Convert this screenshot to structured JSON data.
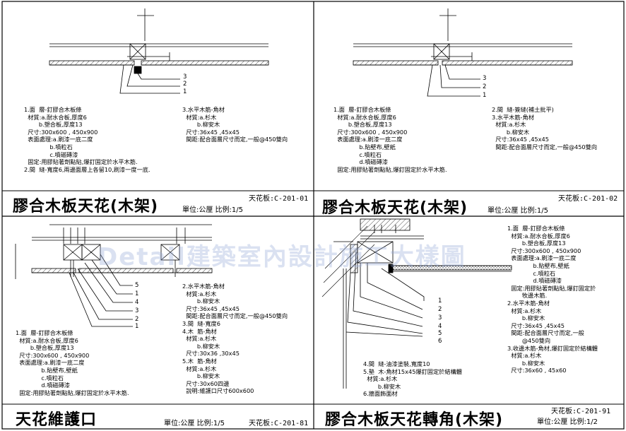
{
  "watermark": "Detail建築室內設計施工大樣圖",
  "panels": [
    {
      "title": "膠合木板天花(木架)",
      "code": "天花板:C-201-01",
      "scale": "單位:公厘  比例:1/5",
      "labels": [
        "3",
        "2",
        "1"
      ],
      "notes_left": "1.面  層-釘膠合木板條\n  材質:a.耐水合板,厚度6\n        b.塑合板,厚度13\n  尺寸:300x600 , 450x900\n  表面處理:a.刷漆一底二度\n              b.噴粒石\n              c.噴磁磚漆\n  固定:用膠貼著劑點貼,爆釘固定於水平木筋.\n2.間  縫-寬度6,兩邊面層上各留10,刷漆一度一底.",
      "notes_right": "3.水平木筋-角材\n  材質:a.杉木\n        b.柳安木\n  尺寸:36x45 ,45x45\n  間距:配合面層尺寸而定,一般@450雙向"
    },
    {
      "title": "膠合木板天花(木架)",
      "code": "天花板:C-201-02",
      "scale": "單位:公厘  比例:1/5",
      "labels": [
        "3",
        "2",
        "1"
      ],
      "notes_left": "1.面  層-釘膠合木板條\n  材質:a.耐水合板,厚度6\n        b.塑合板,厚度13\n  尺寸:300x600 , 450x900\n  表面處理:a.刷漆一底二度\n              b.貼壁布,壁紙\n              c.噴粒石\n              d.噴磁磚漆\n  固定:用膠貼著劑點貼,爆釘固定於水平木筋.",
      "notes_right": "2.間  縫-簽縫(補土批平)\n3.水平木筋-角材\n  材質:a.杉木\n        b.柳安木\n  尺寸:36x45 ,45x45\n  間距:配合面層尺寸而定,一般@450雙向"
    },
    {
      "title": "天花維護口",
      "code": "天花板:C-201-81",
      "scale": "單位:公厘  比例:1/5",
      "labels": [
        "5",
        "1",
        "4",
        "3",
        "2",
        "1"
      ],
      "notes_left": "1.面  層-釘膠合木板條\n  材質:a.耐水合板,厚度6\n        b.塑合板,厚度13\n  尺寸:300x600 , 450x900\n  表面處理:a.刷漆一底二度\n              b.貼壁布,壁紙\n              c.噴粒石\n              d.噴磁磚漆\n  固定:用膠貼著劑點貼,爆釘固定於水平木筋.",
      "notes_right": "2.水平木筋-角材\n  材質:a.杉木\n        b.柳安木\n  尺寸:36x45 ,45x45\n  間距:配合面層尺寸而定,一般@450雙向\n3.間  縫-寬度6\n4.木  筋-角材\n  材質:a.杉木\n        b.柳安木\n  尺寸:30x36 ,30x45\n5.木  筋-角材\n  材質:a.杉木\n        b.柳安木\n  尺寸:30x60四邊\n  說明:維護口尺寸600x600"
    },
    {
      "title": "膠合木板天花轉角(木架)",
      "code": "天花板:C-201-91",
      "scale": "單位:公厘  比例:1/2",
      "labels": [
        "1",
        "2",
        "3",
        "4",
        "5",
        "6"
      ],
      "notes_left": "4.間  縫-油漆塗裝,寬度10\n5.墊  木-角材15x45爆釘固定於結構體\n  材質:a.杉木\n        b.柳安木\n6.牆面飾面材",
      "notes_right": "1.面  層-釘膠合木板條\n  材質:a.耐水合板,厚度6\n        b.塑合板,厚度13\n  尺寸:300x600 , 450x900\n  表面處理:a.刷漆一底二度\n              b.貼壁布,壁紙\n              c.噴粒石\n              d.噴磁磚漆\n  固定:用膠貼著劑點貼,爆釘固定於\n        牧邊木筋.\n2.水平木筋-角材\n  材質:a.杉木\n        b.柳安木\n  尺寸:36x45 ,45x45\n  間距:配合面層尺寸而定,一般\n        @450雙向\n3.收邊木筋-角材,爆釘固定於結構體\n  材質:a.杉木\n        b.柳安木\n  尺寸:36x60 , 45x60"
    }
  ]
}
